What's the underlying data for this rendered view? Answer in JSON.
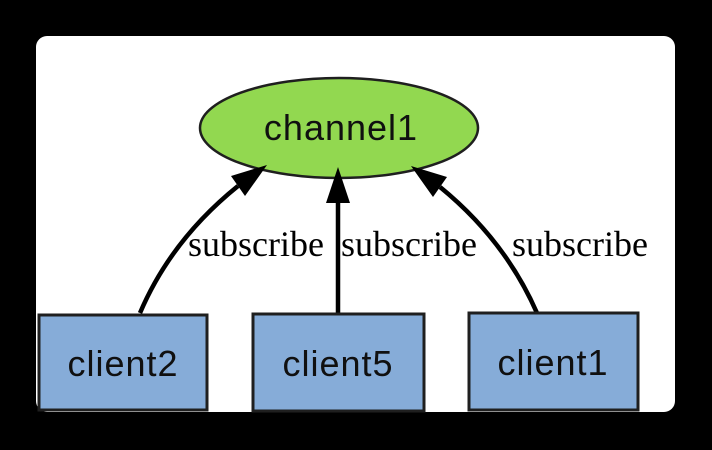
{
  "window": {
    "background_color": "#000000",
    "panel_color": "#ffffff"
  },
  "diagram": {
    "type": "graph",
    "channel": {
      "label": "channel1",
      "fill": "#92D850",
      "stroke": "#1f1f1f"
    },
    "clients": [
      {
        "id": "client2",
        "label": "client2"
      },
      {
        "id": "client5",
        "label": "client5"
      },
      {
        "id": "client1",
        "label": "client1"
      }
    ],
    "client_fill": "#86ACD8",
    "client_stroke": "#1f1f1f",
    "edge_color": "#000000",
    "edges": [
      {
        "from": "client2",
        "to": "channel1",
        "label": "subscribe"
      },
      {
        "from": "client5",
        "to": "channel1",
        "label": "subscribe"
      },
      {
        "from": "client1",
        "to": "channel1",
        "label": "subscribe"
      }
    ]
  }
}
